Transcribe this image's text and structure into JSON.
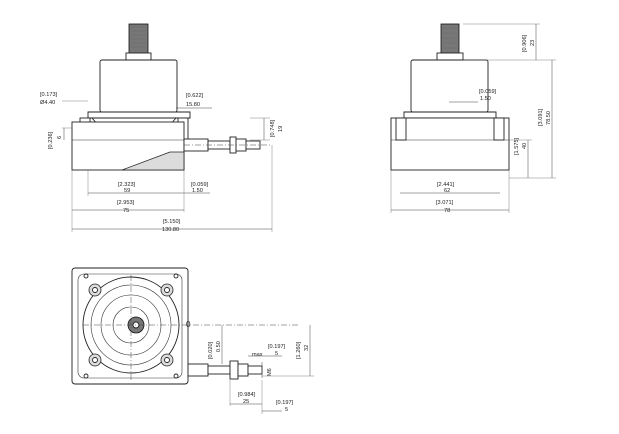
{
  "front_view": {
    "dim_0173": "[0.173]",
    "dim_440": "Ø4.40",
    "dim_0236": "[0.236]",
    "dim_6": "6",
    "dim_0622": "[0.622]",
    "dim_1580": "15.80",
    "dim_0748": "[0.748]",
    "dim_19": "19",
    "dim_2323": "[2.323]",
    "dim_59": "59",
    "dim_0059": "[0.059]",
    "dim_150": "1.50",
    "dim_2953": "[2.953]",
    "dim_75": "75",
    "dim_5150": "[5.150]",
    "dim_13080": "130.80"
  },
  "side_view": {
    "dim_0906": "[0.906]",
    "dim_23": "23",
    "dim_0059": "[0.059]",
    "dim_150": "1.50",
    "dim_3091": "[3.091]",
    "dim_7850": "78.50",
    "dim_1575": "[1.575]",
    "dim_40": "40",
    "dim_2441": "[2.441]",
    "dim_62": "62",
    "dim_3071": "[3.071]",
    "dim_78": "78"
  },
  "top_view": {
    "mark_0": "0",
    "dim_0020": "[0.020]",
    "dim_050": "0.50",
    "dim_max": "max",
    "dim_0197a": "[0.197]",
    "dim_5a": "5",
    "dim_1260": "[1.260]",
    "dim_32": "32",
    "dim_m6": "M6",
    "dim_0984": "[0.984]",
    "dim_25": "25",
    "dim_0197b": "[0.197]",
    "dim_5b": "5"
  }
}
